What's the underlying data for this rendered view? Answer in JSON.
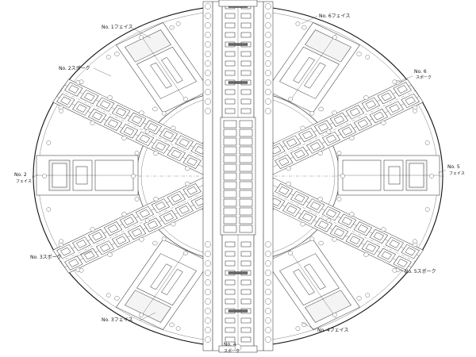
{
  "diagram": {
    "labels": {
      "no1_face": "No. 1フェイス",
      "no6_face": "No. 6フェイス",
      "no2_spoke": "No. 2スポーク",
      "no6_spoke_line1": "No. 6",
      "no6_spoke_line2": "スポーク",
      "no2_face_line1": "No. 2",
      "no2_face_line2": "フェイス",
      "no5_face_line1": "No. 5",
      "no5_face_line2": "フェイス",
      "no3_spoke": "No. 3スポーク",
      "no5_spoke": "No. 5スポーク",
      "no3_face": "No. 3フェイス",
      "no4_face": "No. 4フェイス",
      "no4_spoke_line1": "No. 4",
      "no4_spoke_line2": "スポーク"
    }
  }
}
